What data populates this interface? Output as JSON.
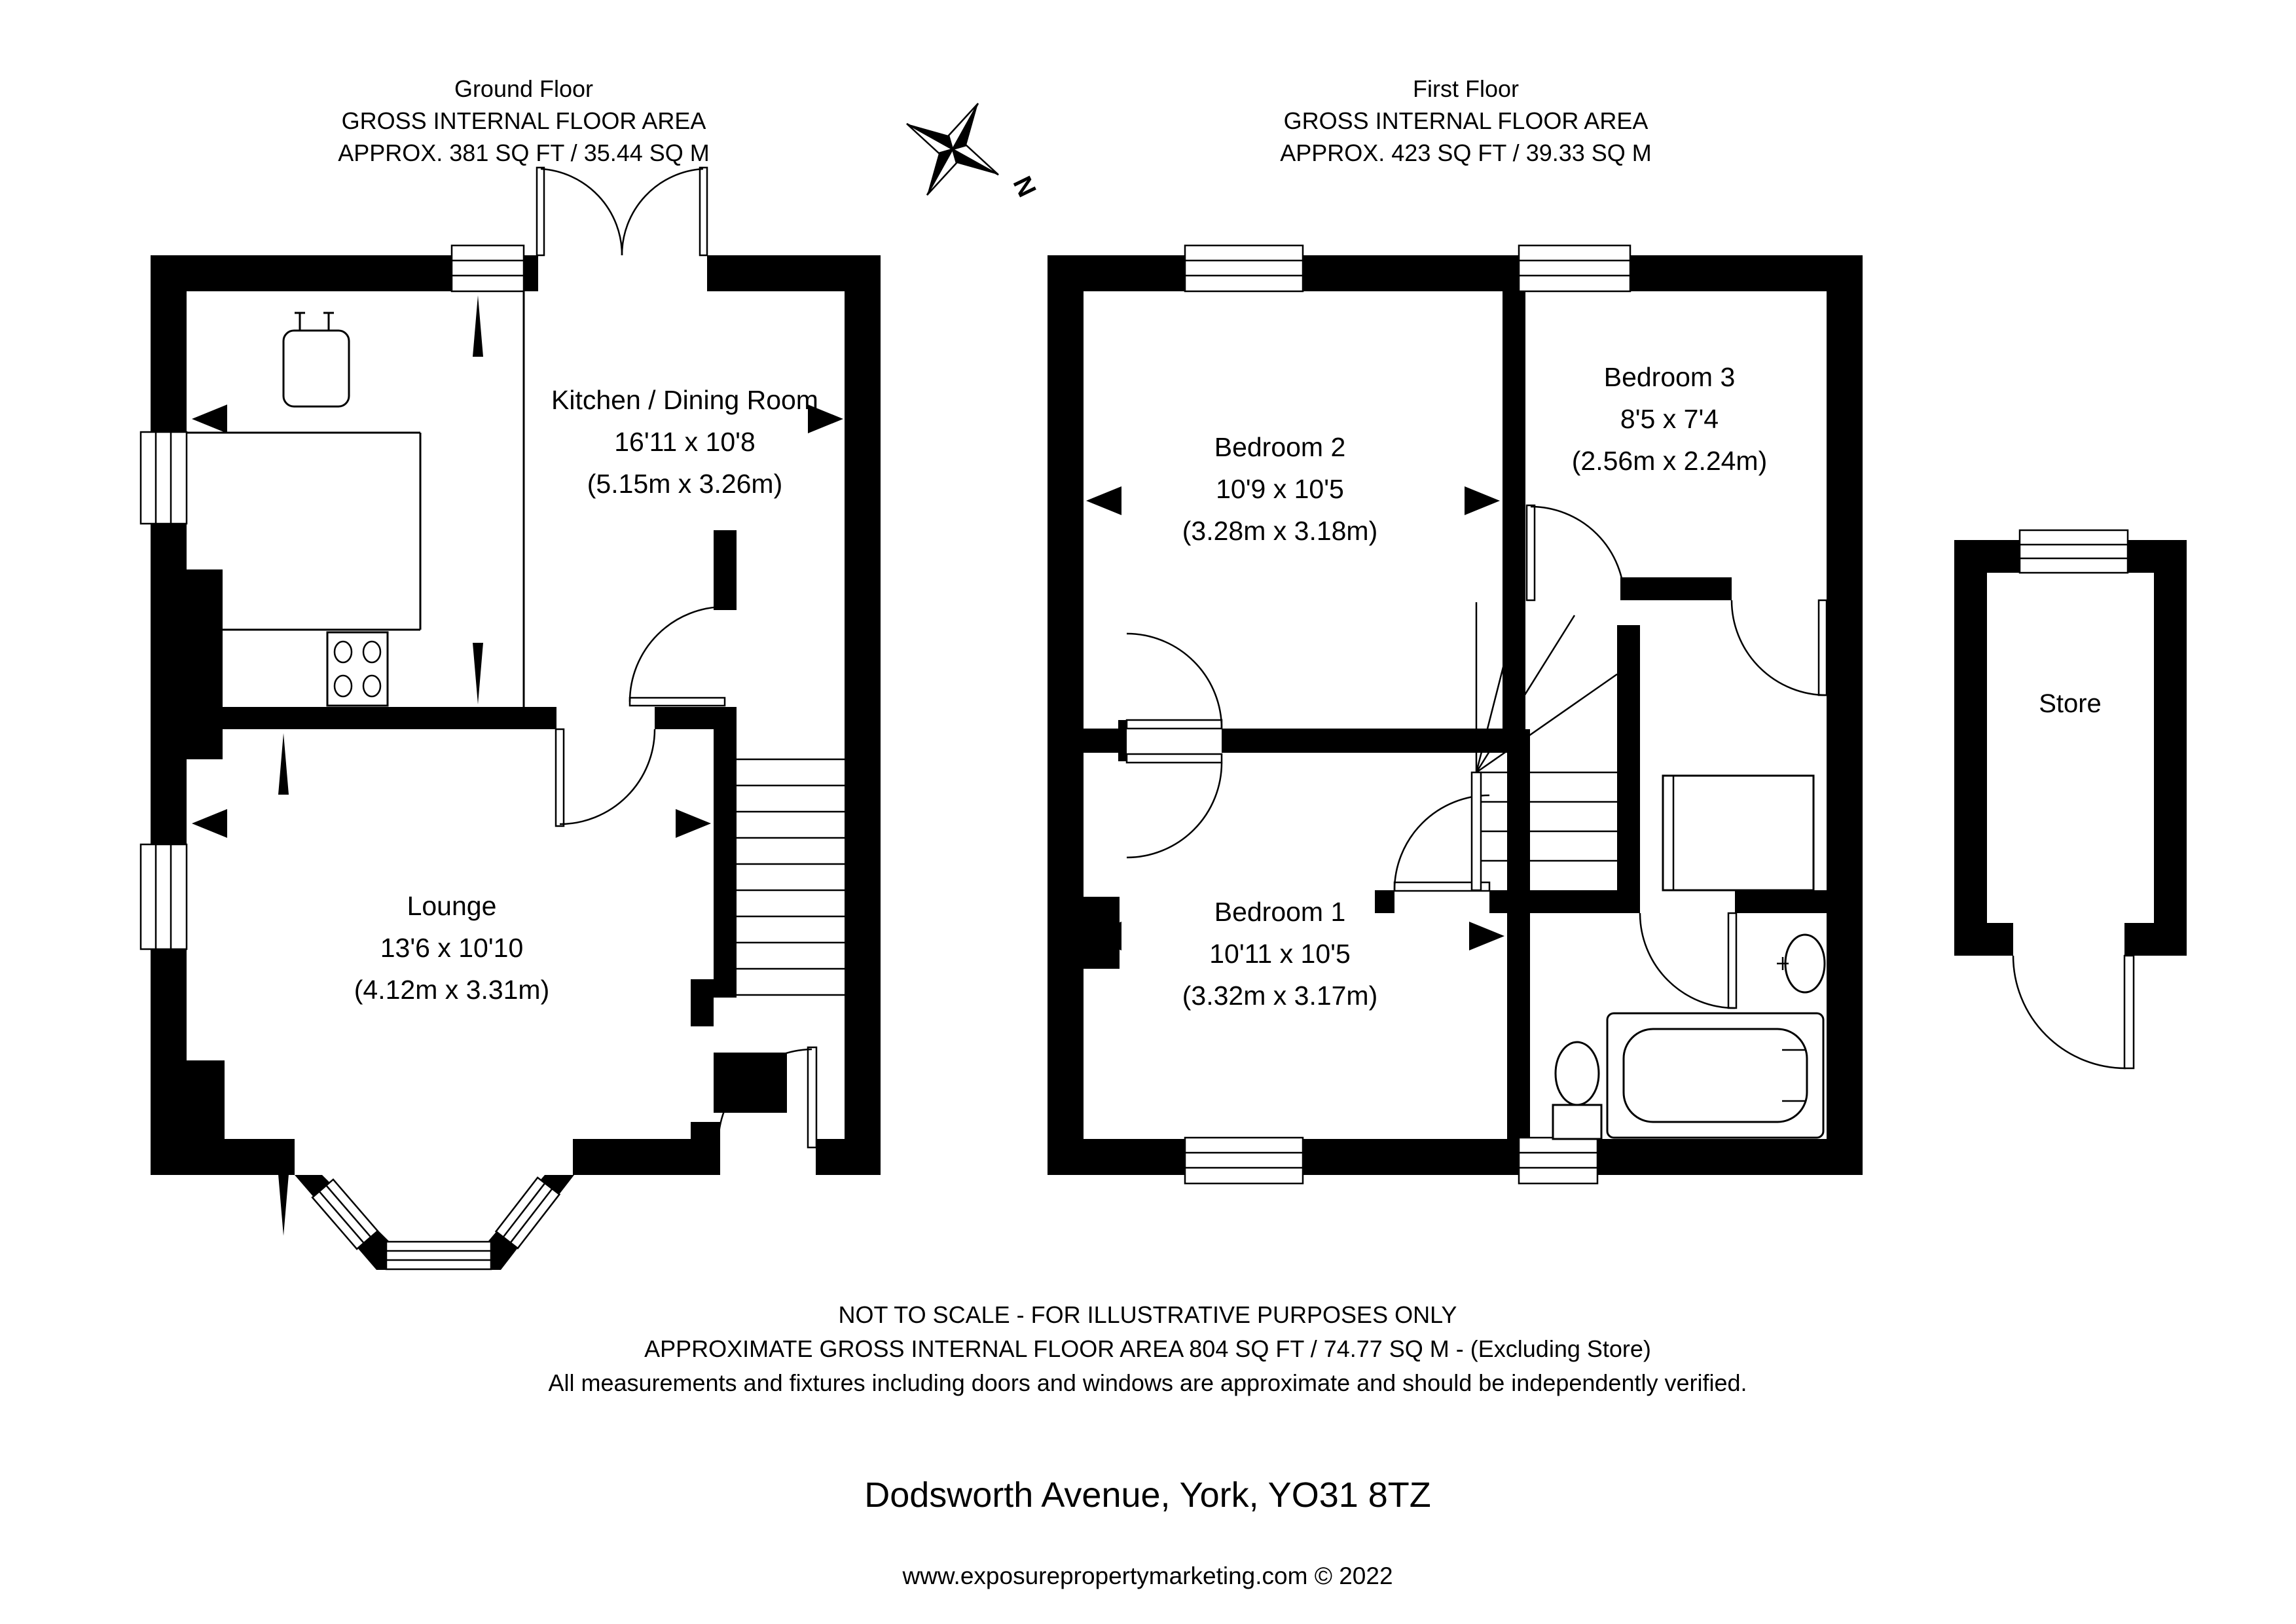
{
  "page": {
    "background": "#ffffff",
    "wall_color": "#000000"
  },
  "ground_floor": {
    "title": "Ground Floor",
    "subtitle": "GROSS INTERNAL FLOOR AREA",
    "area_line": "APPROX. 381 SQ FT / 35.44 SQ M",
    "rooms": {
      "kitchen": {
        "name": "Kitchen / Dining Room",
        "size_imperial": "16'11 x 10'8",
        "size_metric": "(5.15m x 3.26m)"
      },
      "lounge": {
        "name": "Lounge",
        "size_imperial": "13'6 x 10'10",
        "size_metric": "(4.12m x 3.31m)"
      }
    }
  },
  "first_floor": {
    "title": "First Floor",
    "subtitle": "GROSS INTERNAL FLOOR AREA",
    "area_line": "APPROX. 423 SQ FT / 39.33 SQ M",
    "rooms": {
      "bedroom1": {
        "name": "Bedroom 1",
        "size_imperial": "10'11 x 10'5",
        "size_metric": "(3.32m x 3.17m)"
      },
      "bedroom2": {
        "name": "Bedroom 2",
        "size_imperial": "10'9 x 10'5",
        "size_metric": "(3.28m x 3.18m)"
      },
      "bedroom3": {
        "name": "Bedroom 3",
        "size_imperial": "8'5 x 7'4",
        "size_metric": "(2.56m x 2.24m)"
      }
    }
  },
  "outbuilding": {
    "store": {
      "name": "Store"
    }
  },
  "compass": {
    "north_label": "N"
  },
  "footer": {
    "line1": "NOT TO SCALE - FOR ILLUSTRATIVE PURPOSES ONLY",
    "line2": "APPROXIMATE GROSS INTERNAL FLOOR AREA 804 SQ FT / 74.77 SQ M - (Excluding Store)",
    "line3": "All measurements and fixtures including doors and windows are approximate and should be independently verified."
  },
  "address": "Dodsworth Avenue, York, YO31 8TZ",
  "credit": "www.exposurepropertymarketing.com © 2022"
}
